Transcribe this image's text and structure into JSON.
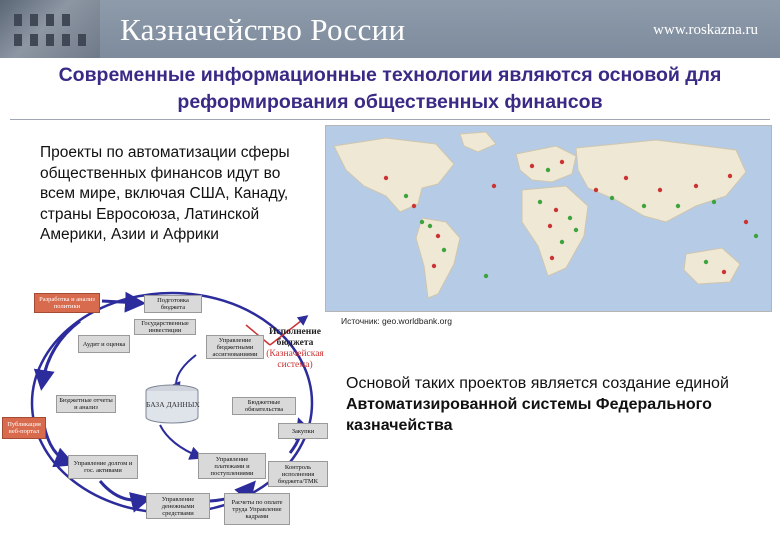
{
  "header": {
    "title": "Казначейство России",
    "url": "www.roskazna.ru"
  },
  "slide": {
    "title_line1": "Современные информационные технологии являются основой для",
    "title_line2": "реформирования общественных финансов",
    "intro": "Проекты по автоматизации сферы общественных финансов идут во всем мире, включая США, Канаду, страны Евросоюза, Латинской Америки, Азии и Африки",
    "source": "Источник: geo.worldbank.org",
    "conclusion_prefix": "Основой таких проектов является создание единой ",
    "conclusion_bold": "Автоматизированной системы Федерального казначейства"
  },
  "diagram": {
    "box_policy": "Разработка и анализ политики",
    "box_budget_prep": "Подготовка бюджета",
    "box_state_investment": "Государственные инвестиции",
    "box_audit": "Аудит и оценка",
    "box_budget_mgmt": "Управление бюджетными ассигнованиями",
    "box_reporting": "Бюджетные отчеты и анализ",
    "box_publication": "Публикация веб-портал",
    "box_db": "БАЗА ДАННЫХ",
    "box_budget_obligations": "Бюджетные обязательства",
    "box_procurement": "Закупки",
    "box_debt": "Управление долгом и гос. активами",
    "box_cash": "Управление платежами и поступлениями",
    "box_commitment": "Контроль исполнения бюджета/ТМК",
    "box_accounting": "Управление денежными средствами",
    "box_payroll": "Расчеты по оплате труда Управление кадрами",
    "exec_title": "Исполнение бюджета",
    "exec_sub": "(Казначейская система)"
  },
  "colors": {
    "title": "#3a2a86",
    "header_bg": "#8e9bab",
    "arrow": "#2c2c9c",
    "map_water": "#b6cbe6",
    "map_land": "#efe8d5",
    "pin_green": "#3da33d",
    "pin_red": "#cc3333"
  }
}
